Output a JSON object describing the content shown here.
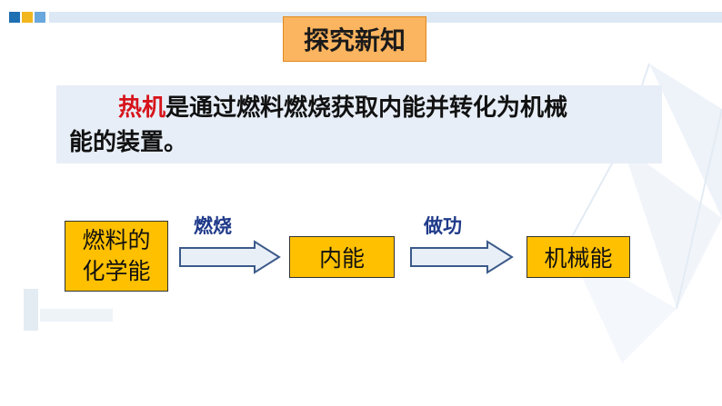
{
  "title": "探究新知",
  "definition": {
    "term": "热机",
    "line1_rest": "是通过燃料燃烧获取内能并转化为机械",
    "line2": "能的装置。"
  },
  "flow": {
    "box1_line1": "燃料的",
    "box1_line2": "化学能",
    "arrow1_label": "燃烧",
    "box2": "内能",
    "arrow2_label": "做功",
    "box3": "机械能"
  },
  "colors": {
    "title_bg": "#fbb45f",
    "definition_bg": "#e7eef7",
    "box_bg": "#ffc000",
    "term_red": "#d8141b",
    "arrow_fill": "#e9eff7",
    "arrow_stroke": "#3b5a8a"
  }
}
